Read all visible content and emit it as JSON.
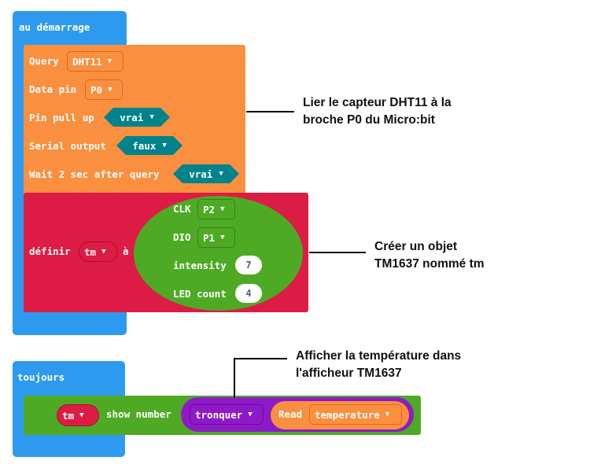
{
  "start_block": {
    "hat_label": "au démarrage",
    "dht11": {
      "query_label": "Query",
      "query_value": "DHT11",
      "data_pin_label": "Data pin",
      "data_pin_value": "P0",
      "pullup_label": "Pin pull up",
      "pullup_value": "vrai",
      "serial_label": "Serial output",
      "serial_value": "faux",
      "wait_label": "Wait 2 sec after query",
      "wait_value": "vrai"
    },
    "define": {
      "label_prefix": "définir",
      "var_value": "tm",
      "label_suffix": "à",
      "clk_label": "CLK",
      "clk_value": "P2",
      "dio_label": "DIO",
      "dio_value": "P1",
      "intensity_label": "intensity",
      "intensity_value": "7",
      "led_label": "LED count",
      "led_value": "4"
    }
  },
  "forever_block": {
    "hat_label": "toujours",
    "var_value": "tm",
    "show_label": "show number",
    "round_value": "tronquer",
    "read_label": "Read",
    "read_value": "temperature"
  },
  "annotations": {
    "dht_line1": "Lier le capteur DHT11 à la",
    "dht_line2": "broche P0 du Micro:bit",
    "tm_line1": "Créer un objet",
    "tm_line2": "TM1637 nommé tm",
    "display_line1": "Afficher la température dans",
    "display_line2": "l'afficheur TM1637"
  },
  "colors": {
    "event": "#2d9af0",
    "dht_orange": "#f98f3f",
    "variables_red": "#dc1c44",
    "tm1637_green": "#4eaa25",
    "math_purple": "#8d1ac6",
    "logic_teal": "#00838a"
  },
  "icons": {
    "dropdown": "dropdown-triangle-icon"
  }
}
